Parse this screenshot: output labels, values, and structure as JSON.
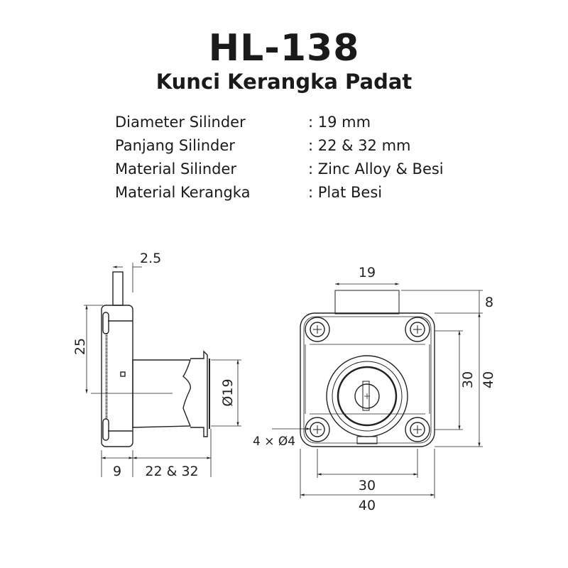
{
  "title": "HL-138",
  "subtitle": "Kunci Kerangka Padat",
  "specs": [
    {
      "label": "Diameter Silinder",
      "value": ": 19 mm"
    },
    {
      "label": "Panjang Silinder",
      "value": ": 22 & 32 mm"
    },
    {
      "label": "Material Silinder",
      "value": ": Zinc Alloy & Besi"
    },
    {
      "label": "Material Kerangka",
      "value": ": Plat Besi"
    }
  ],
  "side_view": {
    "pin": "2.5",
    "height": "25",
    "diameter": "Ø19",
    "plate": "9",
    "length": "22 & 32"
  },
  "front_view": {
    "cyl_width": "19",
    "cyl_top": "8",
    "hole_spacing_v": "30",
    "height": "40",
    "hole_spacing_h": "30",
    "width": "40",
    "holes": "4 × Ø4"
  }
}
